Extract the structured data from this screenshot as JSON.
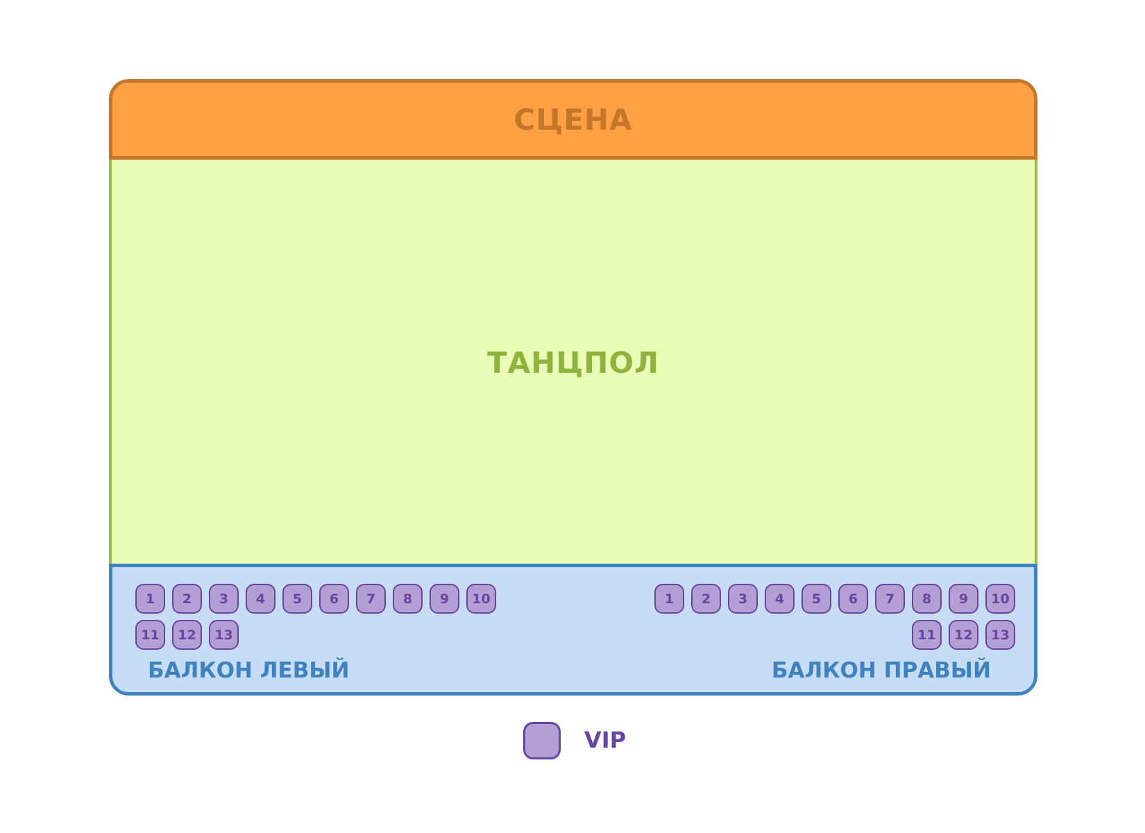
{
  "stage": {
    "label": "СЦЕНА"
  },
  "dancefloor": {
    "label": "ТАНЦПОЛ"
  },
  "balconies": {
    "left": {
      "label": "БАЛКОН ЛЕВЫЙ",
      "seats": [
        "1",
        "2",
        "3",
        "4",
        "5",
        "6",
        "7",
        "8",
        "9",
        "10",
        "11",
        "12",
        "13"
      ]
    },
    "right": {
      "label": "БАЛКОН ПРАВЫЙ",
      "seats": [
        "1",
        "2",
        "3",
        "4",
        "5",
        "6",
        "7",
        "8",
        "9",
        "10",
        "11",
        "12",
        "13"
      ]
    }
  },
  "legend": {
    "vip_label": "VIP"
  },
  "colors": {
    "stage_fill": "#ffa042",
    "stage_border": "#c4762a",
    "dancefloor_fill": "#e9fcb8",
    "dancefloor_border": "#95bf48",
    "balcony_fill": "#c7ddf6",
    "balcony_border": "#3f82c0",
    "vip_seat_fill": "#b39fd3",
    "vip_seat_border": "#6a44a2"
  }
}
